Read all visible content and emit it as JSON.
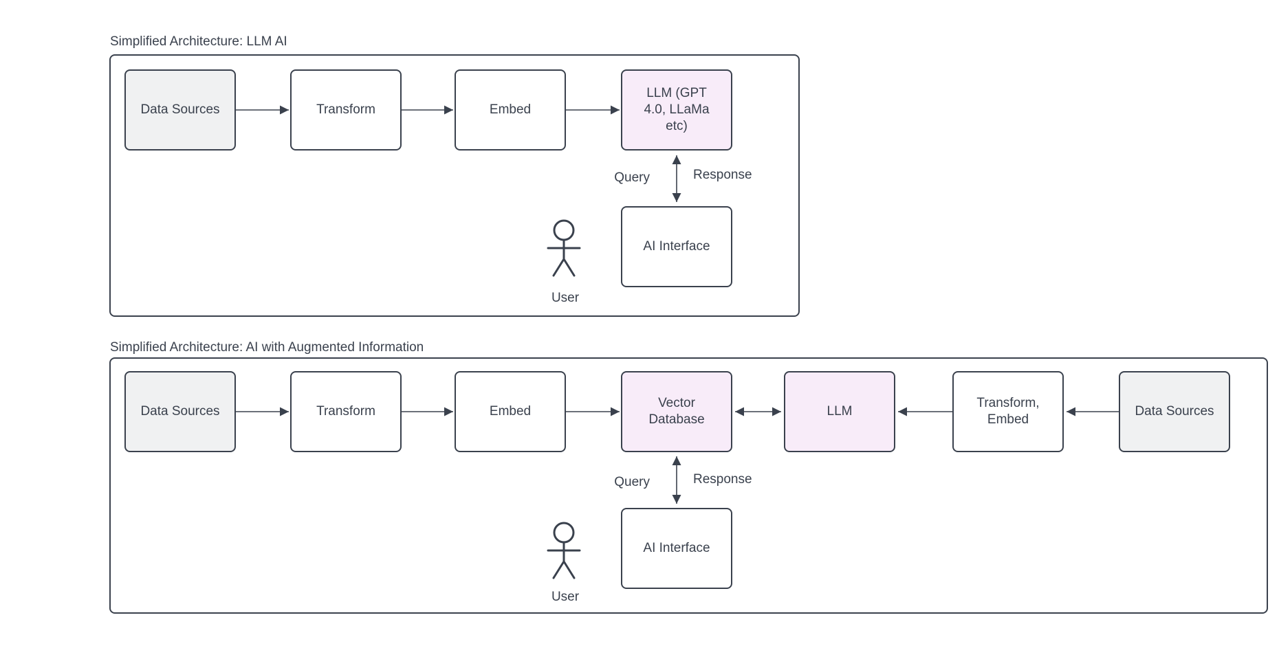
{
  "colors": {
    "stroke": "#3A414D",
    "text": "#3A414D",
    "white": "#FFFFFF",
    "gray": "#F0F1F2",
    "pink": "#F8ECF9"
  },
  "diagram1": {
    "title": "Simplified Architecture: LLM AI",
    "nodes": [
      {
        "id": "data-sources",
        "label": "Data Sources",
        "fill": "gray"
      },
      {
        "id": "transform",
        "label": "Transform",
        "fill": "white"
      },
      {
        "id": "embed",
        "label": "Embed",
        "fill": "white"
      },
      {
        "id": "llm",
        "label": "LLM (GPT 4.0, LLaMa etc)",
        "fill": "pink"
      },
      {
        "id": "ai-interface",
        "label": "AI Interface",
        "fill": "white"
      }
    ],
    "edges": [
      {
        "from": "data-sources",
        "to": "transform",
        "type": "arrow"
      },
      {
        "from": "transform",
        "to": "embed",
        "type": "arrow"
      },
      {
        "from": "embed",
        "to": "llm",
        "type": "arrow"
      },
      {
        "from": "llm",
        "to": "ai-interface",
        "type": "double-arrow"
      }
    ],
    "edge_labels": {
      "query": "Query",
      "response": "Response"
    },
    "actor_label": "User"
  },
  "diagram2": {
    "title": "Simplified Architecture: AI with Augmented Information",
    "nodes": [
      {
        "id": "data-sources-left",
        "label": "Data Sources",
        "fill": "gray"
      },
      {
        "id": "transform",
        "label": "Transform",
        "fill": "white"
      },
      {
        "id": "embed",
        "label": "Embed",
        "fill": "white"
      },
      {
        "id": "vector-database",
        "label": "Vector Database",
        "fill": "pink"
      },
      {
        "id": "llm",
        "label": "LLM",
        "fill": "pink"
      },
      {
        "id": "transform-embed",
        "label": "Transform, Embed",
        "fill": "white"
      },
      {
        "id": "data-sources-right",
        "label": "Data Sources",
        "fill": "gray"
      },
      {
        "id": "ai-interface",
        "label": "AI Interface",
        "fill": "white"
      }
    ],
    "edges": [
      {
        "from": "data-sources-left",
        "to": "transform",
        "type": "arrow"
      },
      {
        "from": "transform",
        "to": "embed",
        "type": "arrow"
      },
      {
        "from": "embed",
        "to": "vector-database",
        "type": "arrow"
      },
      {
        "from": "vector-database",
        "to": "llm",
        "type": "double-arrow"
      },
      {
        "from": "transform-embed",
        "to": "llm",
        "type": "arrow"
      },
      {
        "from": "data-sources-right",
        "to": "transform-embed",
        "type": "arrow"
      },
      {
        "from": "vector-database",
        "to": "ai-interface",
        "type": "double-arrow"
      }
    ],
    "edge_labels": {
      "query": "Query",
      "response": "Response"
    },
    "actor_label": "User"
  }
}
